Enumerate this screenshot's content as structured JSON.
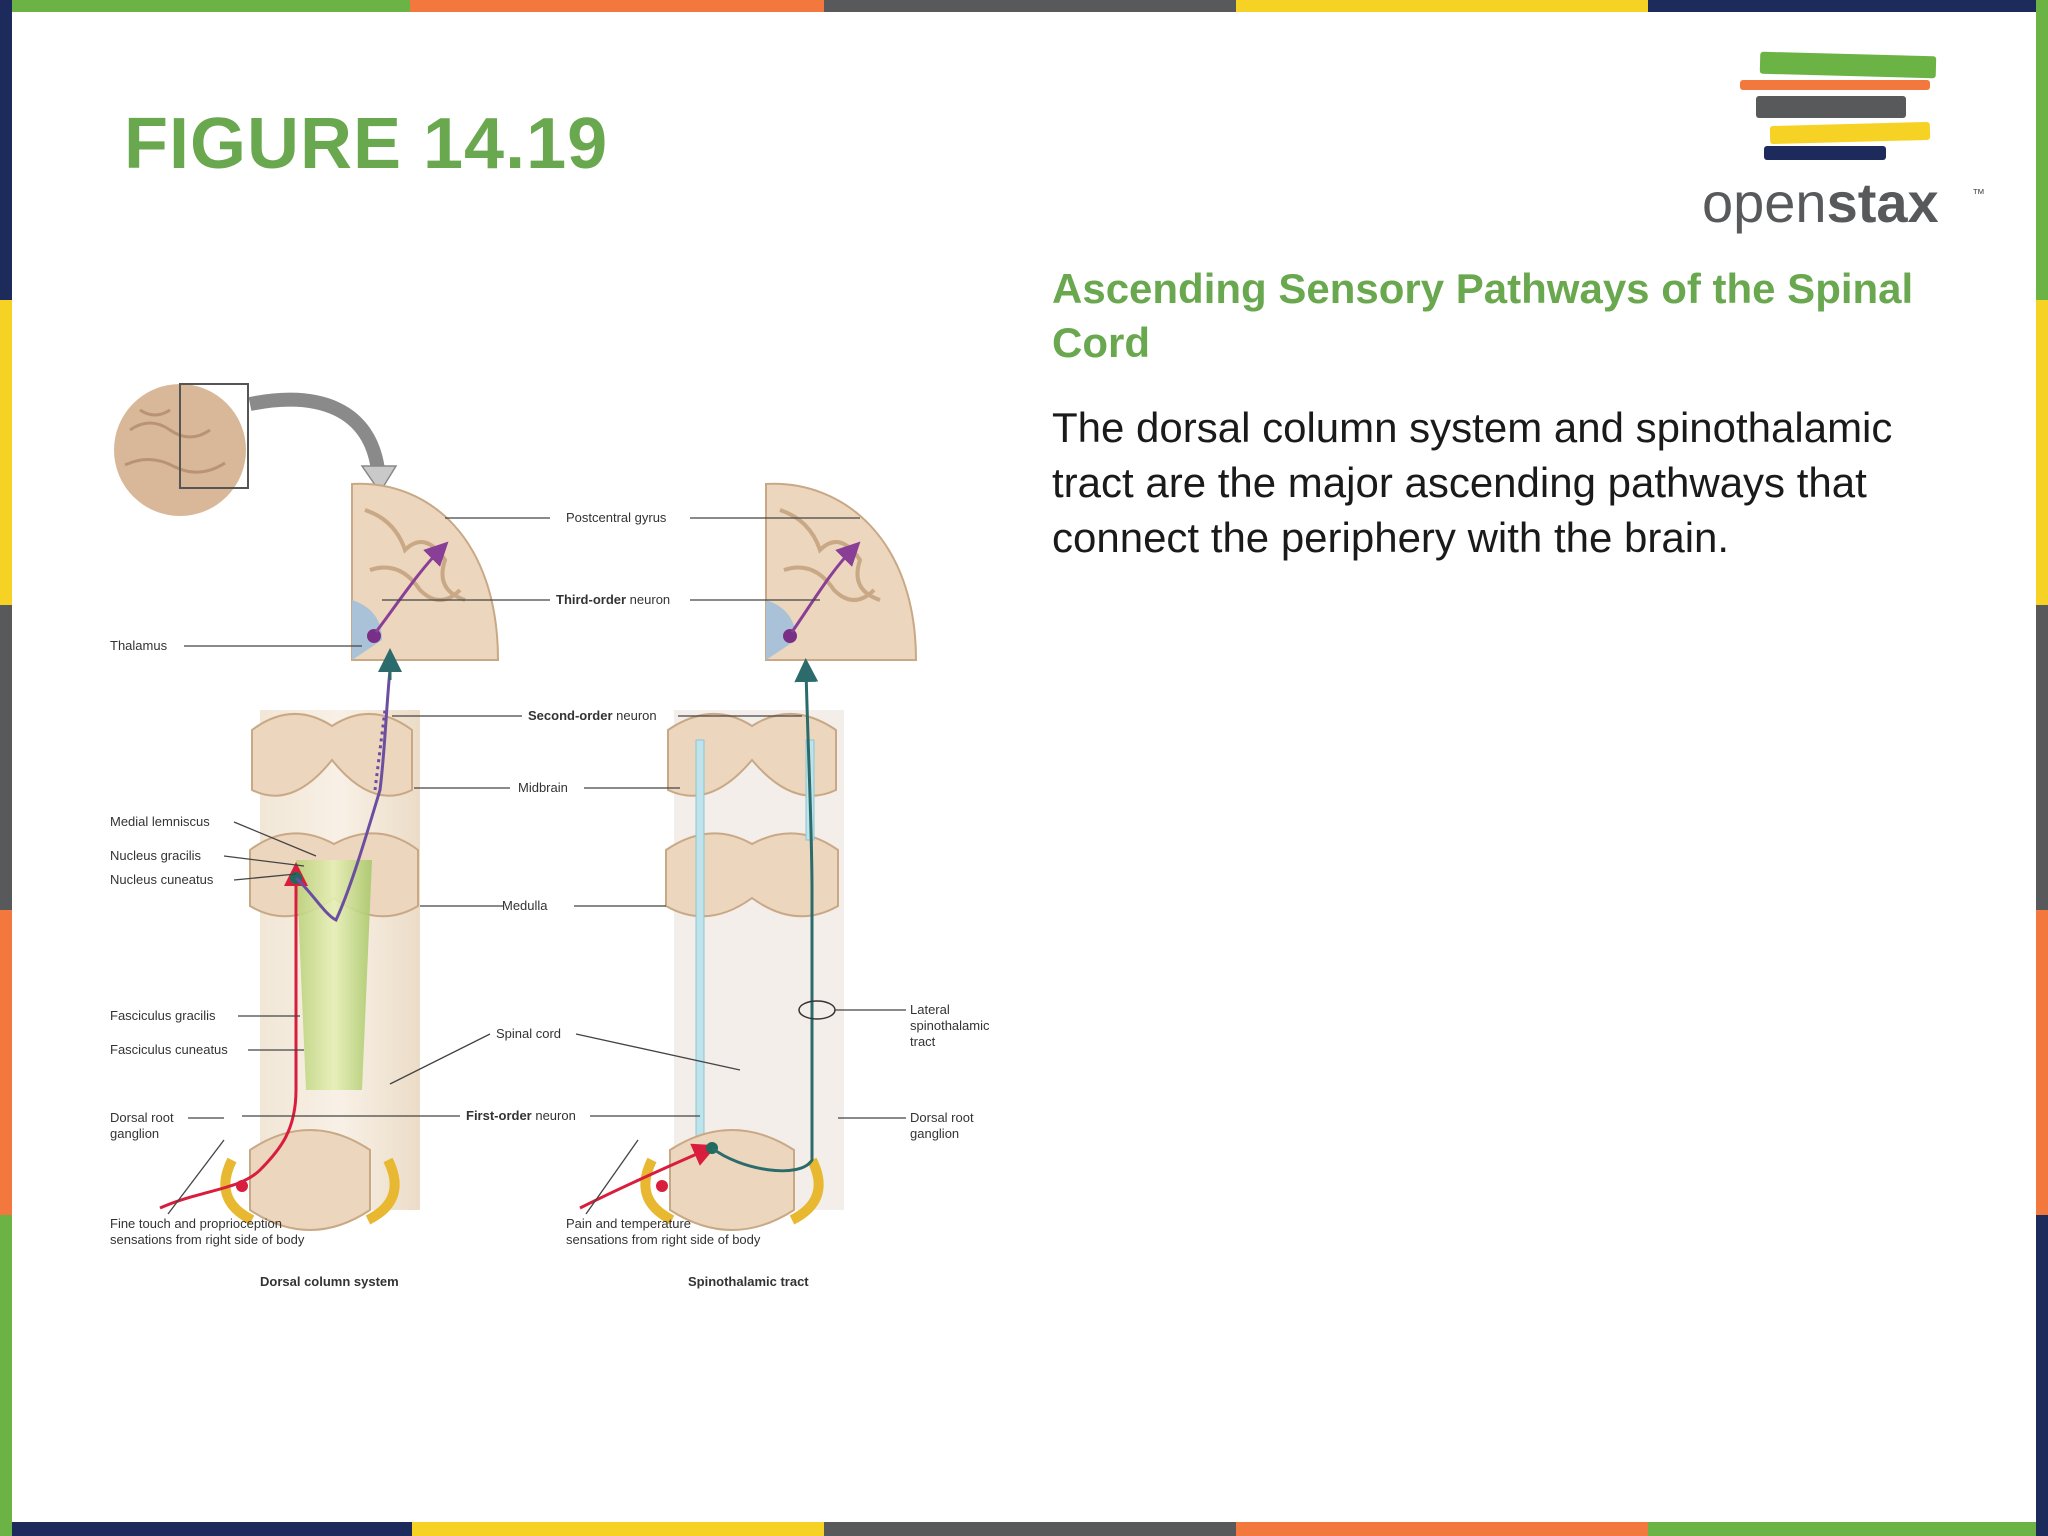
{
  "figure_title": "FIGURE 14.19",
  "logo": {
    "name_light": "open",
    "name_bold": "stax",
    "trademark": "™"
  },
  "heading": "Ascending Sensory Pathways of the Spinal Cord",
  "body": "The dorsal column system and spinothalamic tract are the major ascending pathways that connect the periphery with the brain.",
  "diagram": {
    "labels": {
      "postcentral_gyrus": "Postcentral gyrus",
      "third_order_bold": "Third-order",
      "third_order_rest": " neuron",
      "thalamus": "Thalamus",
      "second_order_bold": "Second-order",
      "second_order_rest": " neuron",
      "midbrain": "Midbrain",
      "medial_lemniscus": "Medial lemniscus",
      "nucleus_gracilis": "Nucleus gracilis",
      "nucleus_cuneatus": "Nucleus cuneatus",
      "medulla": "Medulla",
      "fasciculus_gracilis": "Fasciculus gracilis",
      "fasciculus_cuneatus": "Fasciculus cuneatus",
      "spinal_cord": "Spinal cord",
      "first_order_bold": "First-order",
      "first_order_rest": " neuron",
      "lateral_1": "Lateral",
      "lateral_2": "spinothalamic",
      "lateral_3": "tract",
      "drg_left_1": "Dorsal root",
      "drg_left_2": "ganglion",
      "drg_right_1": "Dorsal root",
      "drg_right_2": "ganglion",
      "fine_touch_1": "Fine touch and proprioception",
      "fine_touch_2": "sensations from right side of body",
      "pain_1": "Pain and temperature",
      "pain_2": "sensations from right side of body",
      "caption_left": "Dorsal column system",
      "caption_right": "Spinothalamic tract"
    }
  },
  "colors": {
    "accent_green": "#6aa84f",
    "stripe_green": "#6bb344",
    "stripe_orange": "#f2783d",
    "stripe_gray": "#58595b",
    "stripe_yellow": "#f6d224",
    "stripe_navy": "#1d2a5c"
  }
}
